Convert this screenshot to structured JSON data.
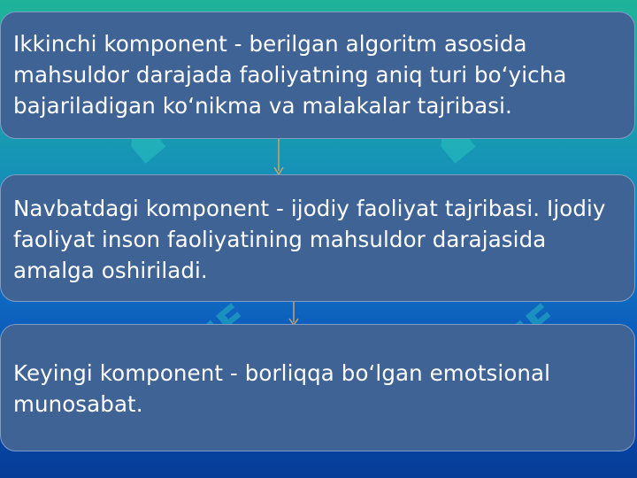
{
  "watermark": {
    "text": "SOFF",
    "color": "#2fd1c4"
  },
  "diagram": {
    "boxes": [
      {
        "text": "Ikkinchi komponent - berilgan algoritm asosida mahsuldor darajada faoliyatning aniq turi bo‘yicha bajariladigan ko‘nikma va malakalar tajribasi."
      },
      {
        "text": "Navbatdagi komponent - ijodiy faoliyat tajribasi. Ijodiy faoliyat inson faoliyatining mahsuldor darajasida amalga oshiriladi."
      },
      {
        "text": "Keyingi komponent - borliqqa bo‘lgan emotsional munosabat."
      }
    ],
    "box_fill": "#3f6395",
    "box_border": "#7f9cc3",
    "arrow_color": "#c9a36a"
  }
}
